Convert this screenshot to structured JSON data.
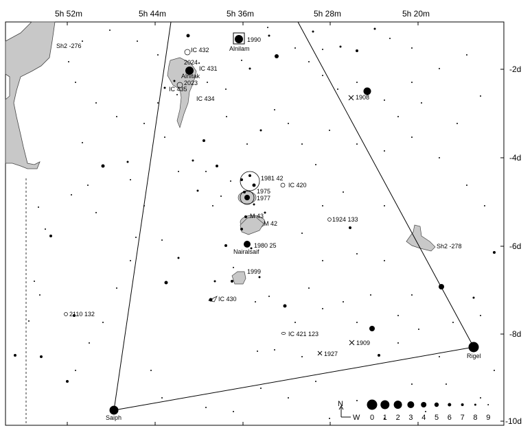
{
  "chart_data": {
    "type": "scatter",
    "ra_labels": [
      "5h 52m",
      "5h 44m",
      "5h 36m",
      "5h 28m",
      "5h 20m"
    ],
    "dec_labels": [
      "-2d",
      "-4d",
      "-6d",
      "-8d",
      "-10d"
    ],
    "stars": [
      {
        "name": "Alnilam",
        "mag": 1
      },
      {
        "name": "Alnitak",
        "mag": 1
      },
      {
        "name": "Nairalsaif",
        "mag": 3
      },
      {
        "name": "Rigel",
        "mag": 0
      },
      {
        "name": "Saiph",
        "mag": 1
      }
    ],
    "objects": [
      {
        "label": "1990",
        "kind": "nebula"
      },
      {
        "label": "IC 432",
        "kind": "nebula"
      },
      {
        "label": "2024",
        "kind": "nebula"
      },
      {
        "label": "IC 431",
        "kind": "nebula"
      },
      {
        "label": "2023",
        "kind": "nebula"
      },
      {
        "label": "IC 435",
        "kind": "nebula"
      },
      {
        "label": "IC 434",
        "kind": "nebula"
      },
      {
        "label": "1908",
        "kind": "galaxy"
      },
      {
        "label": "1981 42",
        "kind": "cluster"
      },
      {
        "label": "IC 420",
        "kind": "nebula"
      },
      {
        "label": "1975",
        "kind": "nebula"
      },
      {
        "label": "1977",
        "kind": "nebula"
      },
      {
        "label": "M 43",
        "kind": "nebula"
      },
      {
        "label": "M 42",
        "kind": "nebula"
      },
      {
        "label": "1924 133",
        "kind": "galaxy"
      },
      {
        "label": "1980 25",
        "kind": "cluster"
      },
      {
        "label": "1999",
        "kind": "nebula"
      },
      {
        "label": "IC 430",
        "kind": "nebula"
      },
      {
        "label": "2110 132",
        "kind": "galaxy"
      },
      {
        "label": "IC 421 123",
        "kind": "galaxy"
      },
      {
        "label": "1909",
        "kind": "nebula"
      },
      {
        "label": "1927",
        "kind": "galaxy"
      },
      {
        "label": "Sh2 -276",
        "kind": "nebula"
      },
      {
        "label": "Sh2 -278",
        "kind": "nebula"
      }
    ],
    "legend": {
      "compass": [
        "N",
        "W"
      ],
      "magnitudes": [
        "0",
        "1",
        "2",
        "3",
        "4",
        "5",
        "6",
        "7",
        "8",
        "9"
      ]
    }
  }
}
